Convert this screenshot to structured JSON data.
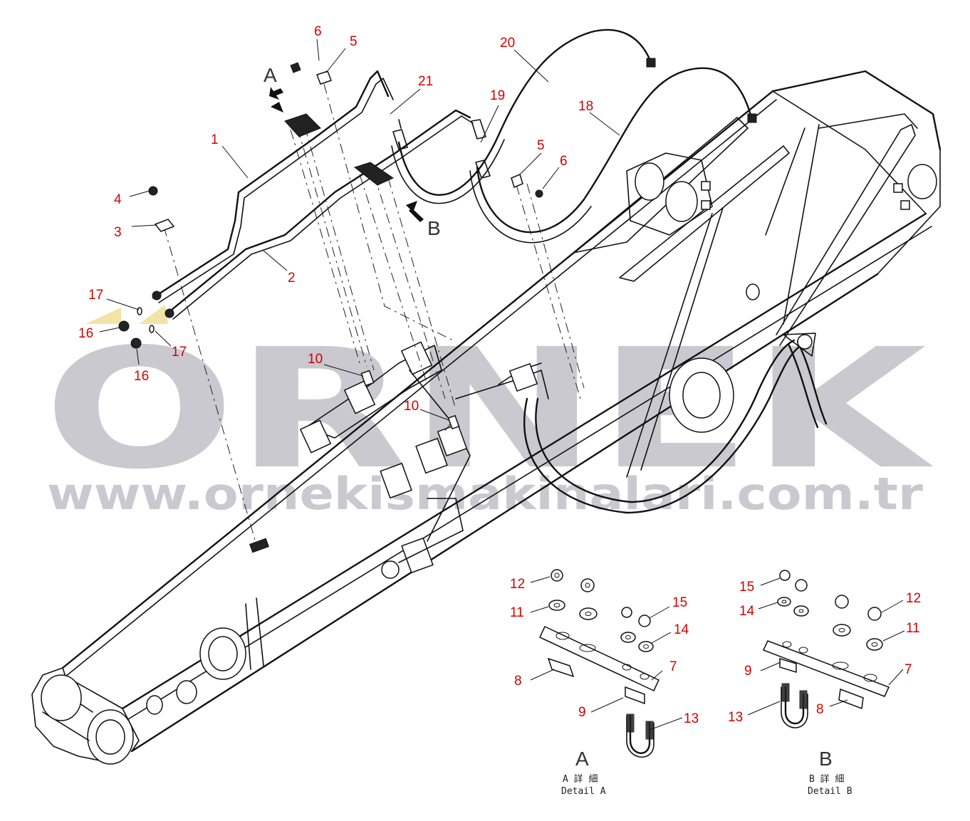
{
  "diagram": {
    "watermark": {
      "brand": "ORNEK",
      "url": "www.ornekismakinalari.com.tr",
      "color": "#c9c9cf",
      "accent": "#f2e4a6"
    },
    "view_labels": {
      "a": "A",
      "b": "B"
    },
    "callout_color": "#d40000",
    "callouts": [
      "1",
      "2",
      "3",
      "4",
      "5",
      "5",
      "6",
      "6",
      "7",
      "7",
      "8",
      "8",
      "9",
      "9",
      "10",
      "10",
      "11",
      "11",
      "12",
      "12",
      "13",
      "13",
      "14",
      "14",
      "15",
      "15",
      "16",
      "16",
      "17",
      "17",
      "18",
      "19",
      "20",
      "21"
    ],
    "detail_a": {
      "letter": "A",
      "caption_jp": "A 詳 細",
      "caption_en": "Detail A"
    },
    "detail_b": {
      "letter": "B",
      "caption_jp": "B 詳 細",
      "caption_en": "Detail B"
    }
  }
}
